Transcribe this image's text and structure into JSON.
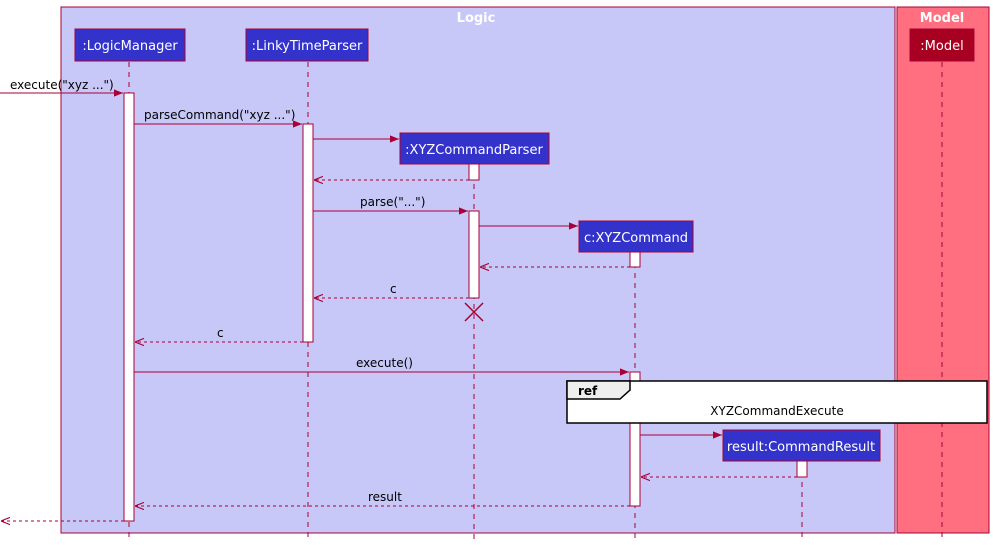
{
  "groups": {
    "logic": {
      "title": "Logic"
    },
    "model": {
      "title": "Model"
    }
  },
  "participants": {
    "logic_manager": ":LogicManager",
    "parser": ":LinkyTimeParser",
    "xyz_parser": ":XYZCommandParser",
    "xyz_command": "c:XYZCommand",
    "result": "result:CommandResult",
    "model": ":Model"
  },
  "messages": {
    "execute_call": "execute(\"xyz  ...\")",
    "parse_command": "parseCommand(\"xyz  ...\")",
    "parse": "parse(\"...\")",
    "return_c_1": "c",
    "return_c_2": "c",
    "execute": "execute()",
    "return_result": "result"
  },
  "ref": {
    "tag": "ref",
    "name": "XYZCommandExecute"
  },
  "colors": {
    "logic_bg": "#c8c8f8",
    "model_bg": "#ff6f80",
    "participant_fill": "#3333cc",
    "model_fill": "#a80020",
    "line": "#a80036"
  }
}
